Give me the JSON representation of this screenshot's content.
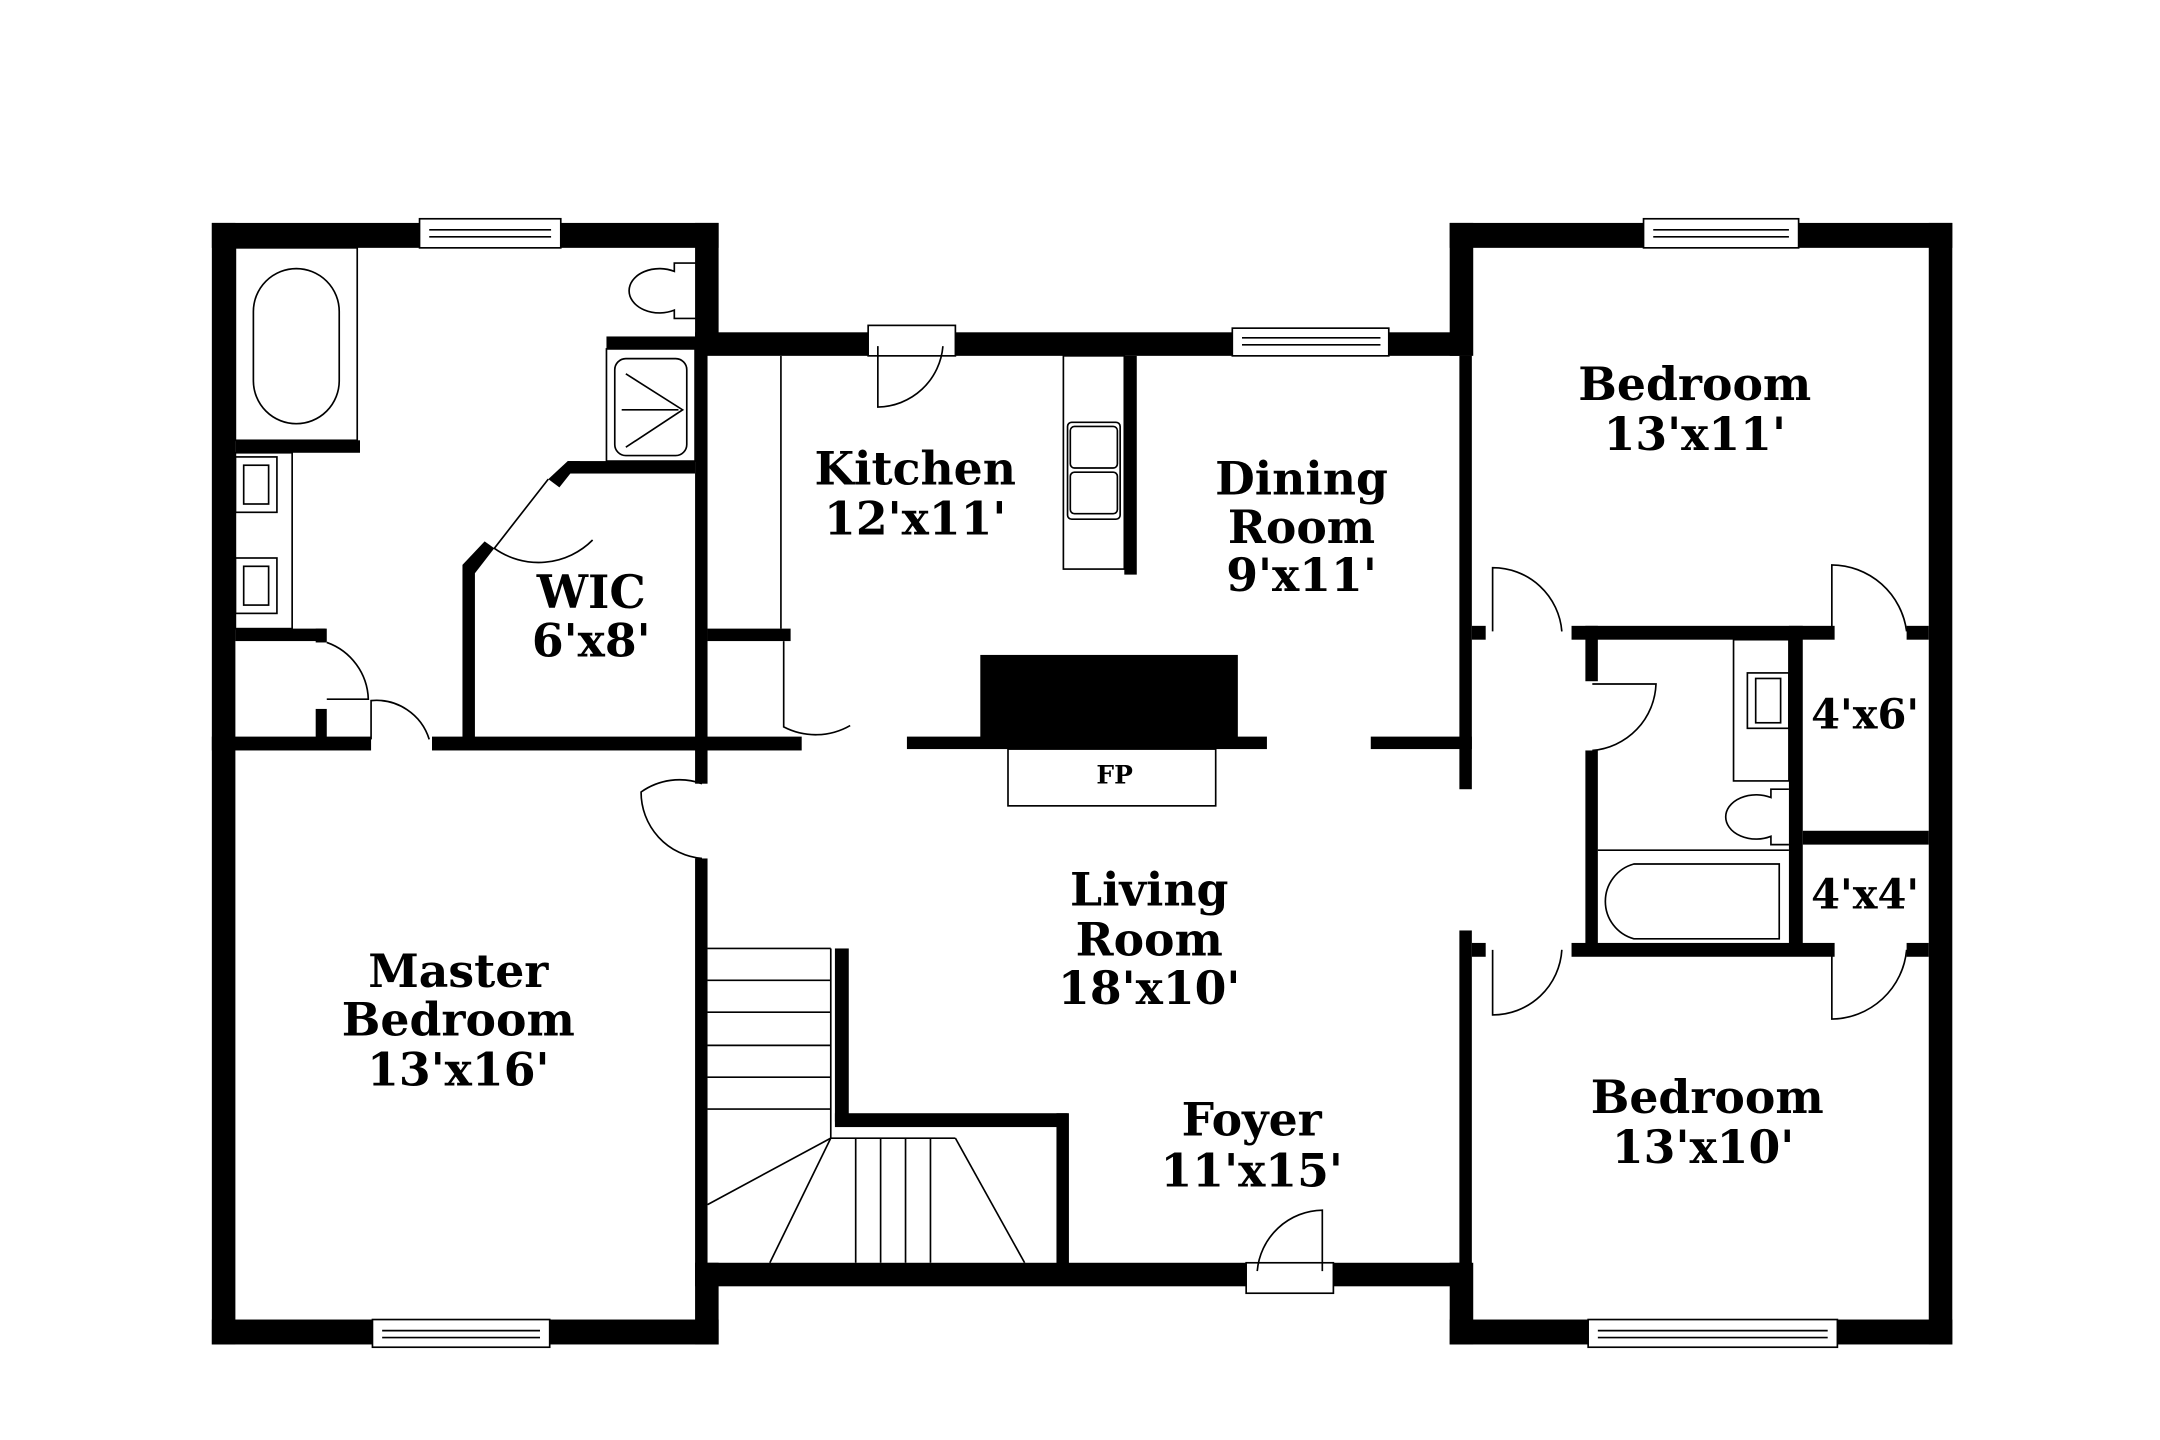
{
  "plan": {
    "wall_color": "#000000",
    "background": "#ffffff",
    "rooms": [
      {
        "name": "Kitchen",
        "dims": "12'x11'"
      },
      {
        "name": "Dining",
        "name2": "Room",
        "dims": "9'x11'"
      },
      {
        "name": "Bedroom",
        "dims": "13'x11'"
      },
      {
        "name": "WIC",
        "dims": "6'x8'"
      },
      {
        "name": "Living",
        "name2": "Room",
        "dims": "18'x10'"
      },
      {
        "name": "Master",
        "name2": "Bedroom",
        "dims": "13'x16'"
      },
      {
        "name": "Foyer",
        "dims": "11'x15'"
      },
      {
        "name": "Bedroom",
        "dims": "13'x10'"
      },
      {
        "name": "",
        "dims": "4'x6'"
      },
      {
        "name": "",
        "dims": "4'x4'"
      }
    ],
    "fireplace_label": "FP"
  }
}
